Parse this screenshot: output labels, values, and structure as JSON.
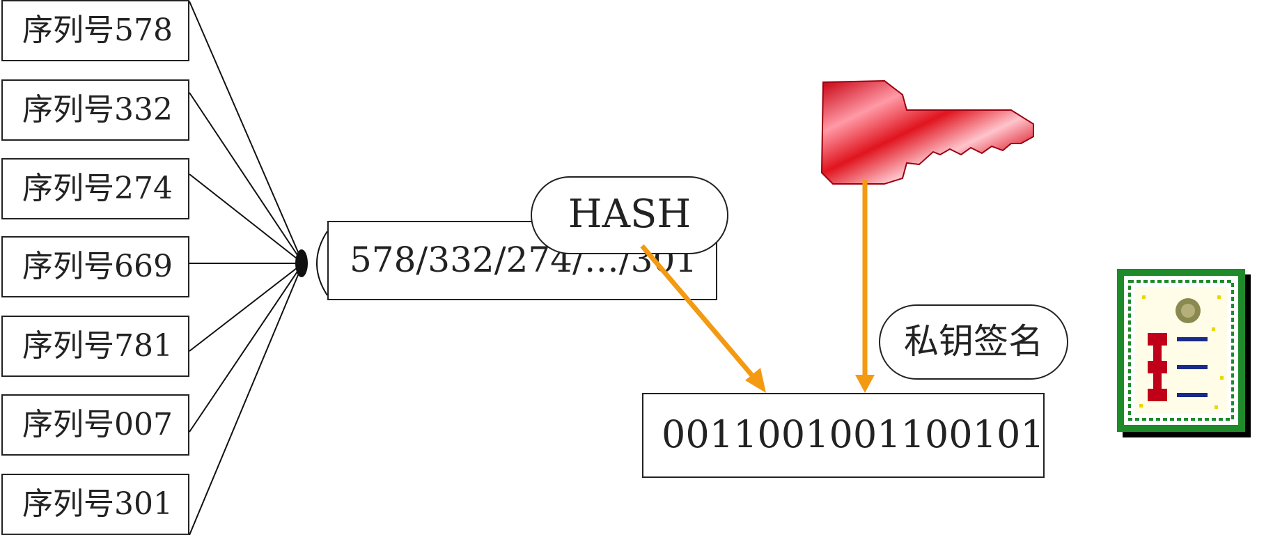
{
  "serial_boxes": [
    {
      "label": "序列号578"
    },
    {
      "label": "序列号332"
    },
    {
      "label": "序列号274"
    },
    {
      "label": "序列号669"
    },
    {
      "label": "序列号781"
    },
    {
      "label": "序列号007"
    },
    {
      "label": "序列号301"
    }
  ],
  "merged_serials": "578/332/274/…/301",
  "hash_label": "HASH",
  "signature_label": "私钥签名",
  "signature_bits": "0011001001100101",
  "icons": {
    "key": "red-key-icon",
    "certificate": "certificate-icon"
  },
  "colors": {
    "arrow": "#f39a12",
    "key": "#e0141e",
    "certificate_frame": "#1e8a2a"
  }
}
